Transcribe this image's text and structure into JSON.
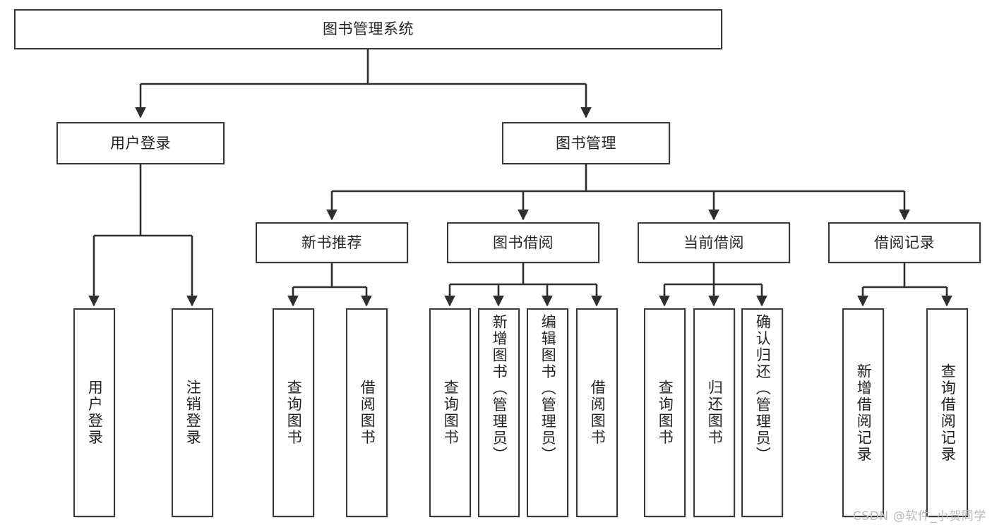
{
  "diagram": {
    "title": "图书管理系统",
    "type": "tree-hierarchy-diagram",
    "watermark": "CSDN @软件_小贺同学",
    "colors": {
      "background": "#ffffff",
      "box_border": "#3a3a3a",
      "box_fill": "#ffffff",
      "connector": "#2e2e2e",
      "text": "#232323",
      "watermark": "#b9b9b9"
    },
    "root": {
      "label": "图书管理系统"
    },
    "level2": [
      {
        "label": "用户登录"
      },
      {
        "label": "图书管理"
      }
    ],
    "level3": [
      {
        "label": "新书推荐"
      },
      {
        "label": "图书借阅"
      },
      {
        "label": "当前借阅"
      },
      {
        "label": "借阅记录"
      }
    ],
    "leaves": {
      "user_login": [
        {
          "label": "用户登录"
        },
        {
          "label": "注销登录"
        }
      ],
      "new_book_recommend": [
        {
          "label": "查询图书"
        },
        {
          "label": "借阅图书"
        }
      ],
      "book_borrow": [
        {
          "label": "查询图书"
        },
        {
          "label": "新增图书（管理员）"
        },
        {
          "label": "编辑图书（管理员）"
        },
        {
          "label": "借阅图书"
        }
      ],
      "current_borrow": [
        {
          "label": "查询图书"
        },
        {
          "label": "归还图书"
        },
        {
          "label": "确认归还（管理员）"
        }
      ],
      "borrow_record": [
        {
          "label": "新增借阅记录"
        },
        {
          "label": "查询借阅记录"
        }
      ]
    }
  }
}
